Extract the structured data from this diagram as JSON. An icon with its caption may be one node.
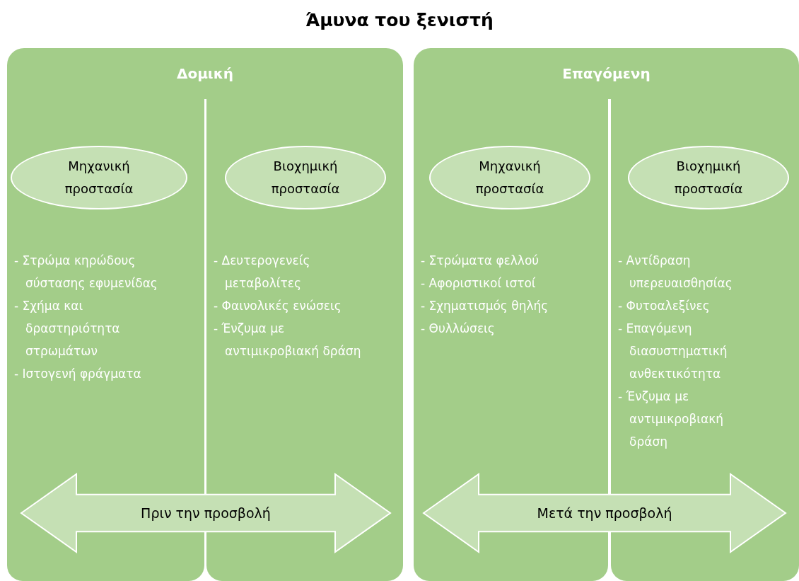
{
  "diagram": {
    "title": "Άμυνα του ξενιστή",
    "nodes": [
      {
        "text": [
          "Δομική"
        ]
      },
      {
        "text": [
          "- Στρώμα κηρώδους σύστασης εφυμενίδας",
          "- Σχήμα και δραστηριότητα στρωμάτων",
          "- Ιστογενή φράγματα"
        ],
        "in": 0
      },
      {
        "text": [
          "Μηχανική προστασία"
        ],
        "in": 1
      },
      {
        "text": [
          "- Δευτερογενείς μεταβολίτες",
          "- Φαινολικές ενώσεις",
          "- Ένζυμα με αντιμικροβιακή δράση"
        ],
        "in": 0
      },
      {
        "text": [
          "Βιοχημική προστασία"
        ],
        "in": 3
      },
      {
        "text": [
          "Πριν την προσβολή"
        ],
        "in": 0
      },
      {
        "text": [
          "Επαγόμενη"
        ]
      },
      {
        "text": [
          "- Στρώματα φελλού",
          "- Αφοριστικοί ιστοί",
          "- Σχηματισμός θηλής",
          "- Θυλλώσεις"
        ],
        "in": 6
      },
      {
        "text": [
          "Μηχανική προστασία"
        ],
        "in": 7
      },
      {
        "text": [
          "- Αντίδραση υπερευαισθησίας",
          "- Φυτοαλεξίνες",
          "- Επαγόμενη διασυστηματική ανθεκτικότητα",
          "- Ένζυμα με αντιμικροβιακή δράση"
        ],
        "in": 6
      },
      {
        "text": [
          "Βιοχημική προστασία"
        ],
        "in": 9
      },
      {
        "text": [
          "Μετά την προσβολή"
        ],
        "in": 6
      }
    ],
    "edges": []
  }
}
